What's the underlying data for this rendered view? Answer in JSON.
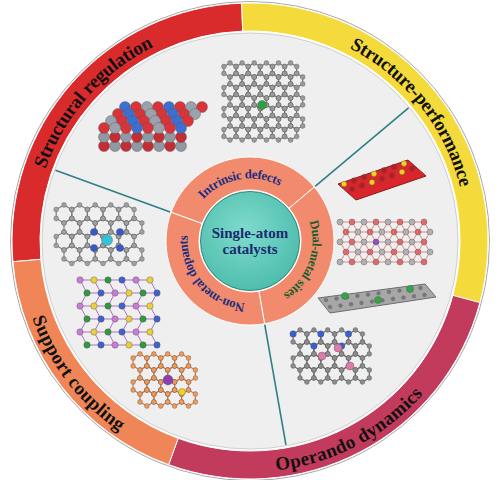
{
  "diagram": {
    "nodes": [
      {
        "text": [
          "Structural regulation"
        ]
      },
      {
        "text": [
          "Structure-performance"
        ]
      },
      {
        "text": [
          "Operando dynamics"
        ]
      },
      {
        "text": [
          "Support coupling"
        ]
      },
      {
        "text": [
          "Intrinsic defects"
        ]
      },
      {
        "text": [
          "Dual-metal sites"
        ]
      },
      {
        "text": [
          "Non-metal dopants"
        ]
      },
      {
        "text": [
          "Single-atom catalysts"
        ]
      }
    ]
  }
}
